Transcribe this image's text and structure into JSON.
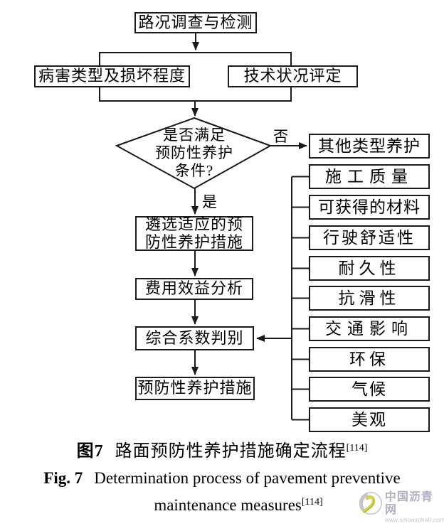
{
  "figure": {
    "nodes": {
      "survey": "路况调查与检测",
      "disease": "病害类型及损坏程度",
      "evaluation": "技术状况评定",
      "decision_line1": "是否满足",
      "decision_line2": "预防性养护",
      "decision_line3": "条件?",
      "no_label": "否",
      "yes_label": "是",
      "other": "其他类型养护",
      "select_line1": "遴选适应的预",
      "select_line2": "防性养护措施",
      "cost": "费用效益分析",
      "judge": "综合系数判别",
      "final": "预防性养护措施"
    },
    "criteria": [
      "施工质量",
      "可获得的材料",
      "行驶舒适性",
      "耐久性",
      "抗滑性",
      "交通影响",
      "环保",
      "气候",
      "美观"
    ]
  },
  "caption": {
    "zh_label": "图7",
    "zh_text": "路面预防性养护措施确定流程",
    "zh_ref": "[114]",
    "en_label": "Fig. 7",
    "en_text_line1": "Determination process of pavement preventive",
    "en_text_line2": "maintenance measures",
    "en_ref": "[114]"
  },
  "watermark": {
    "name": "中国沥青网",
    "url": "www.sinoasphalt.com"
  },
  "colors": {
    "line": "#1a1a1a",
    "watermark_text": "#b3aec1",
    "watermark_gray": "#c7c4d1",
    "watermark_road_yellow": "#d8d14b",
    "watermark_road_green": "#aebc3e"
  }
}
